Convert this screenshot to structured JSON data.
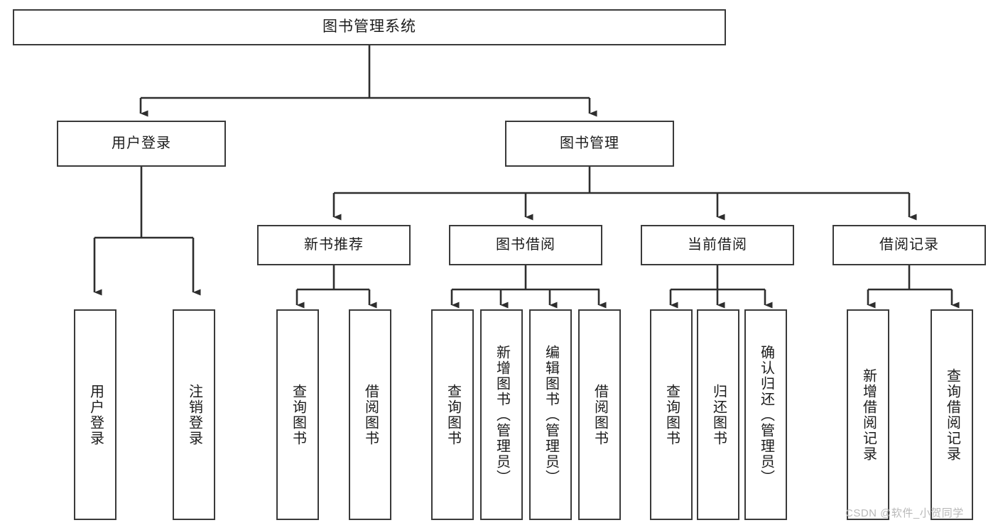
{
  "diagram": {
    "title": "图书管理系统",
    "type": "tree",
    "root": {
      "label": "图书管理系统"
    },
    "level2": [
      {
        "label": "用户登录"
      },
      {
        "label": "图书管理"
      }
    ],
    "level3": [
      {
        "label": "新书推荐"
      },
      {
        "label": "图书借阅"
      },
      {
        "label": "当前借阅"
      },
      {
        "label": "借阅记录"
      }
    ],
    "leaves": {
      "user_login": [
        {
          "label": "用户登录"
        },
        {
          "label": "注销登录"
        }
      ],
      "new_book_recommend": [
        {
          "label": "查询图书"
        },
        {
          "label": "借阅图书"
        }
      ],
      "book_borrow": [
        {
          "label": "查询图书"
        },
        {
          "label": "新增图书（管理员）"
        },
        {
          "label": "编辑图书（管理员）"
        },
        {
          "label": "借阅图书"
        }
      ],
      "current_borrow": [
        {
          "label": "查询图书"
        },
        {
          "label": "归还图书"
        },
        {
          "label": "确认归还（管理员）"
        }
      ],
      "borrow_record": [
        {
          "label": "新增借阅记录"
        },
        {
          "label": "查询借阅记录"
        }
      ]
    }
  },
  "watermark": {
    "text": "CSDN @软件_小贺同学"
  },
  "colors": {
    "border": "#3a3a3a",
    "text": "#1c1c1c",
    "background": "#ffffff",
    "watermark": "#b9b9b9"
  }
}
